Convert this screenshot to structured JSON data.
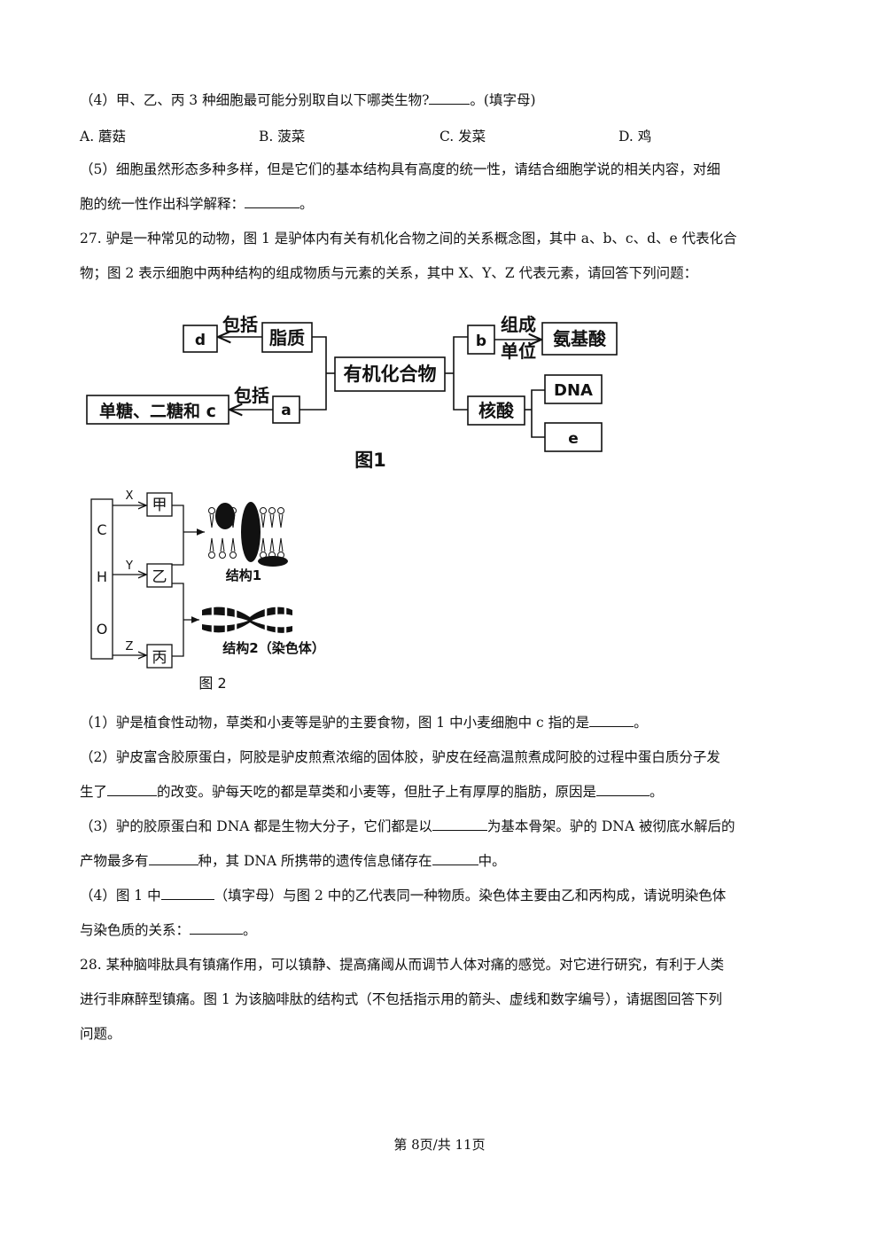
{
  "q26": {
    "p4": {
      "pre": "（4）甲、乙、丙 3 种细胞最可能分别取自以下哪类生物?",
      "post": "。(填字母)"
    },
    "options": [
      "A. 蘑菇",
      "B. 菠菜",
      "C. 发菜",
      "D. 鸡"
    ],
    "p5_l1": "（5）细胞虽然形态多种多样，但是它们的基本结构具有高度的统一性，请结合细胞学说的相关内容，对细",
    "p5_l2": {
      "pre": "胞的统一性作出科学解释：",
      "post": "。"
    }
  },
  "q27": {
    "intro_l1": "27. 驴是一种常见的动物，图 1 是驴体内有关有机化合物之间的关系概念图，其中 a、b、c、d、e 代表化合",
    "intro_l2": "物；图 2 表示细胞中两种结构的组成物质与元素的关系，其中 X、Y、Z 代表元素，请回答下列问题：",
    "fig1": {
      "center": "有机化合物",
      "lipid": "脂质",
      "d": "d",
      "include1": "包括",
      "a": "a",
      "include2": "包括",
      "sugars": "单糖、二糖和 c",
      "b": "b",
      "compose1": "组成",
      "compose2": "单位",
      "amino": "氨基酸",
      "nucleic": "核酸",
      "dna": "DNA",
      "e": "e",
      "caption": "图1"
    },
    "fig2": {
      "c": "C",
      "h": "H",
      "o": "O",
      "x": "X",
      "y": "Y",
      "z": "Z",
      "jia": "甲",
      "yi": "乙",
      "bing": "丙",
      "s1": "结构1",
      "s2": "结构2（染色体）",
      "caption": "图 2"
    },
    "p1": {
      "pre": "（1）驴是植食性动物，草类和小麦等是驴的主要食物，图 1 中小麦细胞中 c 指的是",
      "post": "。"
    },
    "p2_l1": "（2）驴皮富含胶原蛋白，阿胶是驴皮煎煮浓缩的固体胶，驴皮在经高温煎煮成阿胶的过程中蛋白质分子发",
    "p2_l2": {
      "a": "生了",
      "b": "的改变。驴每天吃的都是草类和小麦等，但肚子上有厚厚的脂肪，原因是",
      "c": "。"
    },
    "p3_l1": {
      "a": "（3）驴的胶原蛋白和 DNA 都是生物大分子，它们都是以",
      "b": "为基本骨架。驴的 DNA 被彻底水解后的"
    },
    "p3_l2": {
      "a": "产物最多有",
      "b": "种，其 DNA 所携带的遗传信息储存在",
      "c": "中。"
    },
    "p4_l1": {
      "a": "（4）图 1 中",
      "b": "（填字母）与图 2 中的乙代表同一种物质。染色体主要由乙和丙构成，请说明染色体"
    },
    "p4_l2": {
      "a": "与染色质的关系：",
      "b": "。"
    }
  },
  "q28": {
    "l1": "28. 某种脑啡肽具有镇痛作用，可以镇静、提高痛阈从而调节人体对痛的感觉。对它进行研究，有利于人类",
    "l2": "进行非麻醉型镇痛。图 1 为该脑啡肽的结构式（不包括指示用的箭头、虚线和数字编号），请据图回答下列",
    "l3": "问题。"
  },
  "footer": "第 8页/共 11页"
}
